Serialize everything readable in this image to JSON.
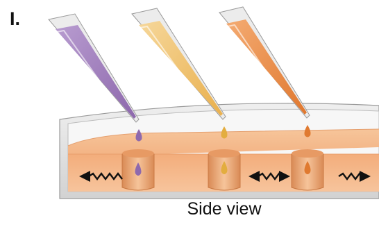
{
  "figure": {
    "panel_label": "I.",
    "caption": "Side view"
  },
  "colors": {
    "agar": "#f4b98c",
    "agar_light": "#f9d3b0",
    "dish_rim": "#d8d8d8",
    "purple_dye": "#9a78b6",
    "yellow_dye": "#e8b34a",
    "orange_dye": "#e5843c"
  },
  "icons": [
    "pipette-purple",
    "pipette-yellow",
    "pipette-orange",
    "diffusion-arrow"
  ]
}
